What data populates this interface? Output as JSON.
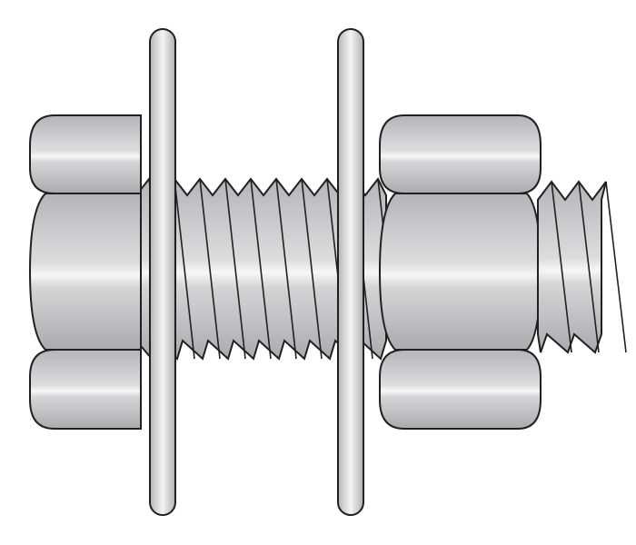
{
  "colors": {
    "background": "#ffffff",
    "outline": "#231f20",
    "metal_dark": "#a9abae",
    "metal_mid": "#c8c9cb",
    "metal_light": "#f4f4f4"
  },
  "parts": [
    "bolt-head",
    "washer",
    "threaded-shank",
    "washer",
    "hex-nut",
    "thread-end"
  ]
}
